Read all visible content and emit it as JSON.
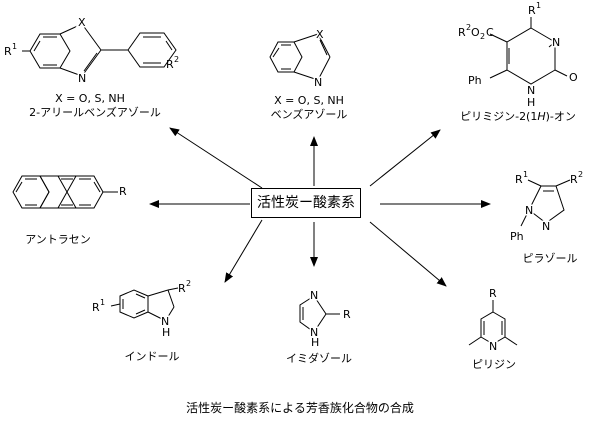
{
  "center": "活性炭ー酸素系",
  "caption": "活性炭ー酸素系による芳香族化合物の合成",
  "products": {
    "arylbenzazole": {
      "x_line": "X = O, S, NH",
      "name": "2-アリールベンズアゾール",
      "sub": [
        "R",
        "1",
        "R",
        "2"
      ],
      "hetero": [
        "X",
        "N"
      ]
    },
    "benzazole": {
      "x_line": "X = O, S, NH",
      "name": "ベンズアゾール",
      "hetero": [
        "X",
        "N"
      ]
    },
    "pyrimidinone": {
      "name": "ピリミジン-2(1",
      "name_italic": "H",
      "name_tail": ")-オン",
      "sub": [
        "R",
        "1",
        "R",
        "2",
        "O",
        "2",
        "C"
      ],
      "atoms": [
        "N",
        "N",
        "H",
        "O",
        "Ph"
      ]
    },
    "anthracene": {
      "name": "アントラセン",
      "sub": "R"
    },
    "pyrazole": {
      "name": "ピラゾール",
      "sub": [
        "R",
        "1",
        "R",
        "2"
      ],
      "atoms": [
        "N",
        "N",
        "Ph"
      ]
    },
    "indole": {
      "name": "インドール",
      "sub": [
        "R",
        "1",
        "R",
        "2"
      ],
      "atoms": [
        "N",
        "H"
      ]
    },
    "imidazole": {
      "name": "イミダゾール",
      "sub": "R",
      "atoms": [
        "N",
        "N",
        "H"
      ]
    },
    "pyridine": {
      "name": "ピリジン",
      "sub": "R",
      "atoms": [
        "N"
      ]
    }
  }
}
